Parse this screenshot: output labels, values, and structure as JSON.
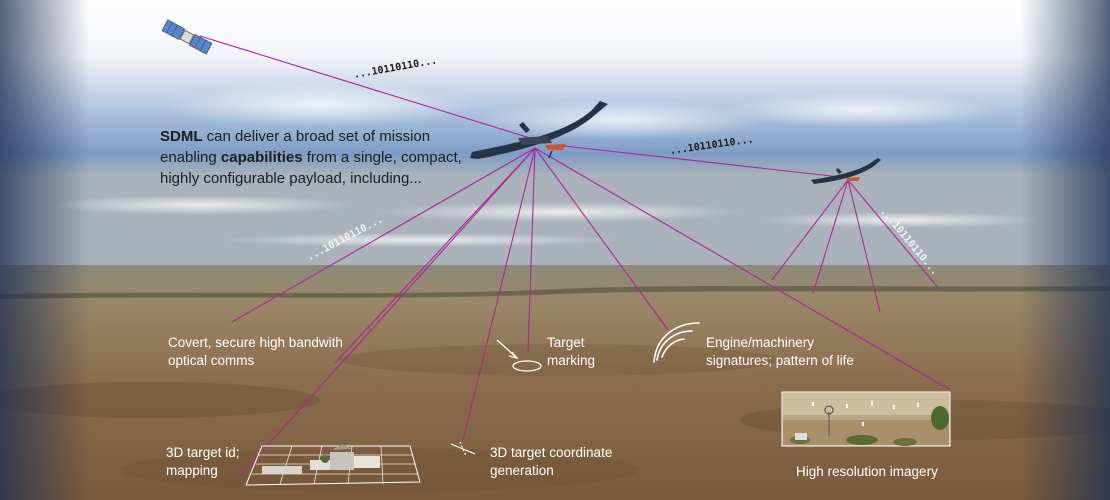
{
  "intro": {
    "part1": "SDML",
    "part2": " can deliver a broad set of mission enabling ",
    "part3": "capabilities",
    "part4": " from a single, compact, highly configurable payload, including..."
  },
  "data_stream_label": "...10110110...",
  "capabilities": {
    "optical_comms": "Covert, secure high bandwith optical comms",
    "target_marking": "Target marking",
    "engine_signatures": "Engine/machinery signatures; pattern of life",
    "target_id": "3D target id; mapping",
    "target_coordinate": "3D target coordinate generation",
    "imagery": "High resolution imagery"
  },
  "colors": {
    "link_line": "#b0259a",
    "sky_top": "#ffffff",
    "sky_bottom": "#7f9cc2",
    "ground": "#8a6a48"
  }
}
